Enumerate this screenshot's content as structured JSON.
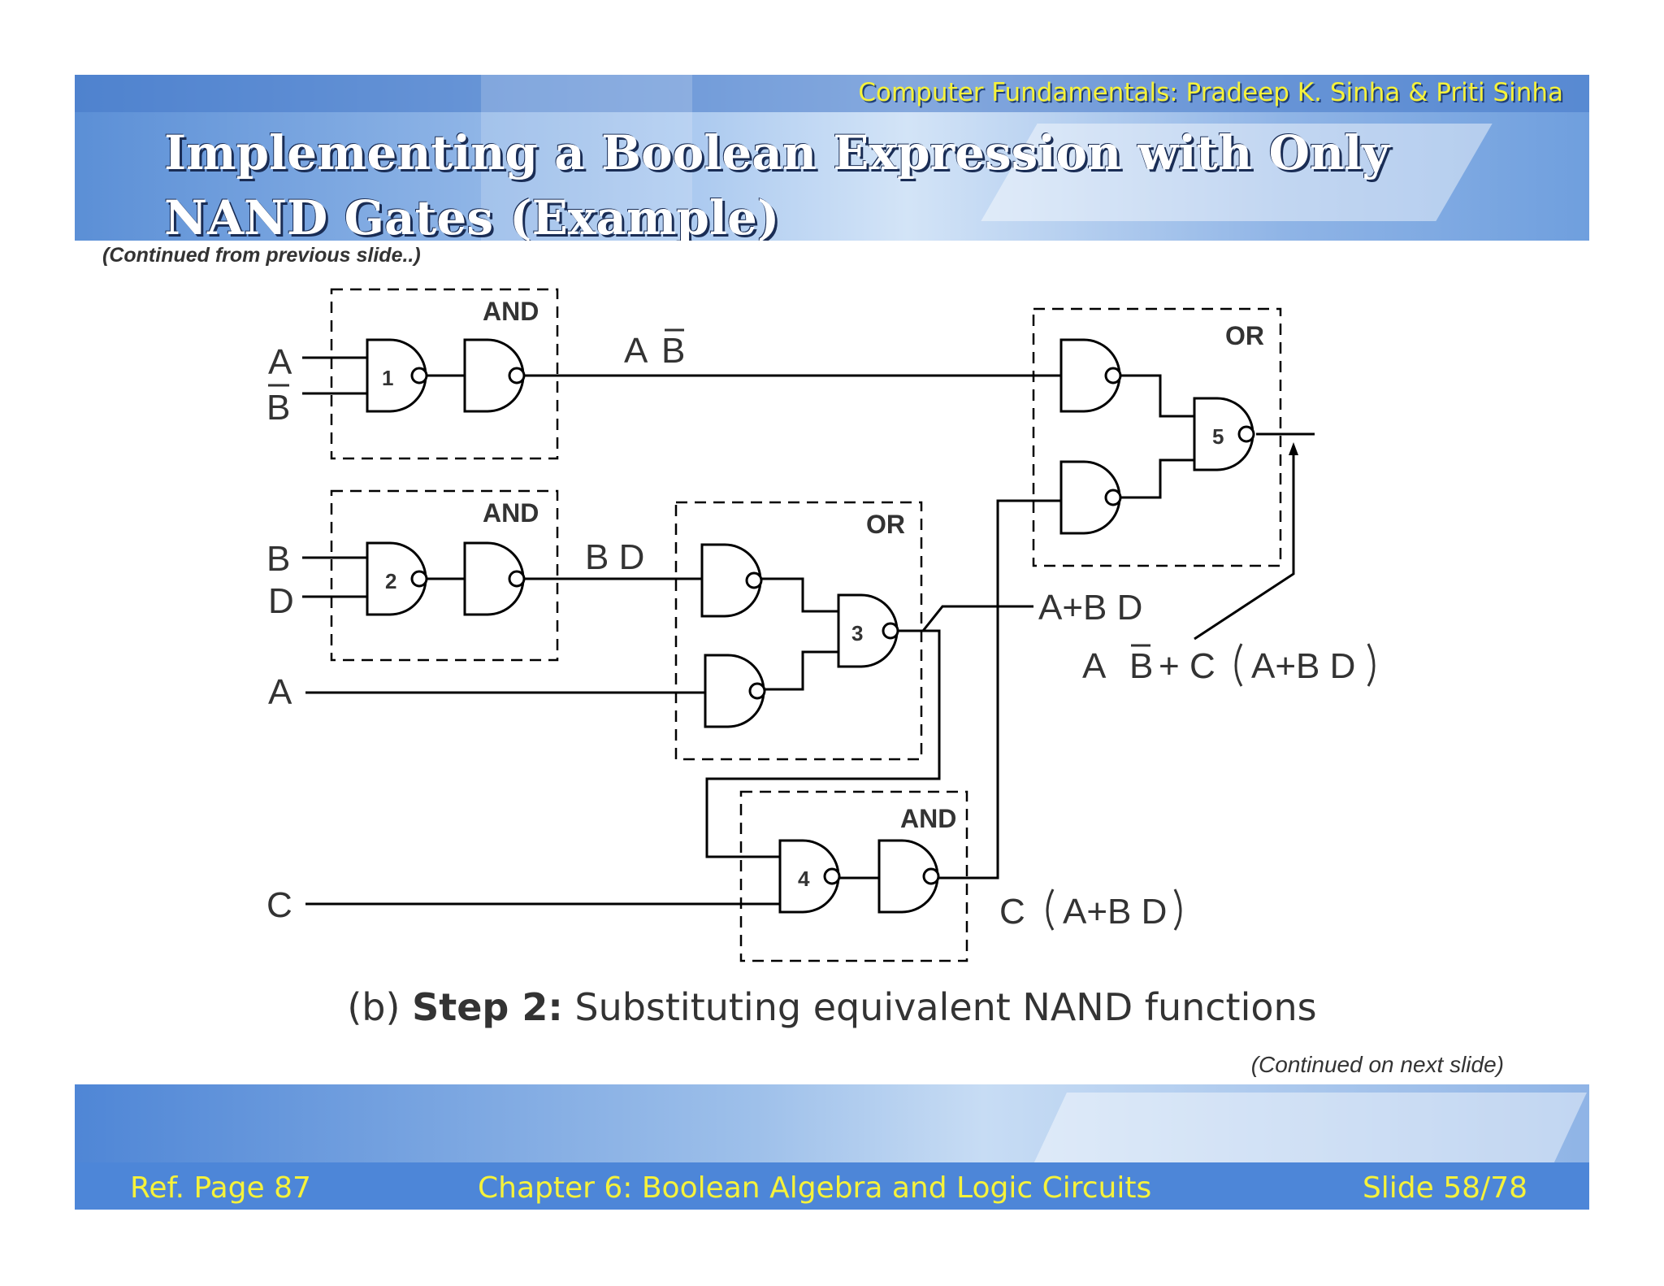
{
  "header": {
    "source": "Computer Fundamentals: Pradeep K. Sinha & Priti Sinha",
    "title_line1": "Implementing a Boolean Expression with Only",
    "title_line2": "NAND Gates (Example)"
  },
  "continued_from": "(Continued from previous slide..)",
  "diagram": {
    "inputs": {
      "a1": "A",
      "b1": "B",
      "b2": "B",
      "d": "D",
      "a2": "A",
      "c": "C"
    },
    "groups": {
      "and1": "AND",
      "and2": "AND",
      "or3": "OR",
      "and4": "AND",
      "or5": "OR"
    },
    "gate_numbers": {
      "g1": "1",
      "g2": "2",
      "g3": "3",
      "g4": "4",
      "g5": "5"
    },
    "signals": {
      "ab_a": "A",
      "ab_b": "B",
      "bd": "B D",
      "a_plus_bd": "A+B D",
      "c_a_plus_bd": "C",
      "c_inner": "A+B D",
      "out_a": "A",
      "out_b": "B",
      "out_plus": "+",
      "out_c": "C",
      "out_inner": "A+B D"
    }
  },
  "caption": {
    "prefix": "(b)",
    "step": "Step 2:",
    "text": "Substituting equivalent NAND functions"
  },
  "continued_next": "(Continued on next slide)",
  "footer": {
    "ref": "Ref. Page 87",
    "chapter": "Chapter 6: Boolean Algebra and Logic Circuits",
    "slide": "Slide 58/78"
  }
}
